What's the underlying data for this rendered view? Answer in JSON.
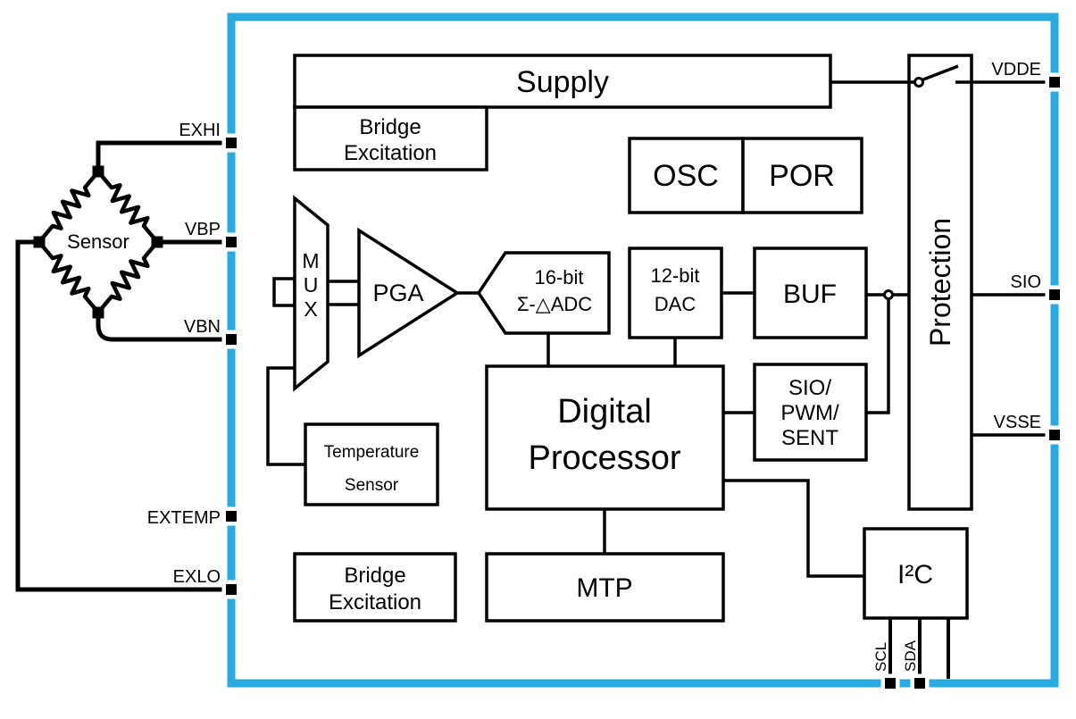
{
  "diagram": {
    "type": "ic-block-diagram",
    "colors": {
      "chip_border": "#29ABE2",
      "line": "#000000",
      "sensor_label": "#4d4d4d"
    },
    "sensor": {
      "label": "Sensor"
    },
    "pins": {
      "exhi": "EXHI",
      "vbp": "VBP",
      "vbn": "VBN",
      "extemp": "EXTEMP",
      "exlo": "EXLO",
      "vdde": "VDDE",
      "sio": "SIO",
      "vsse": "VSSE",
      "scl": "SCL",
      "sda": "SDA"
    },
    "blocks": {
      "supply": {
        "label": "Supply"
      },
      "bridge_excitation_top": {
        "lines": [
          "Bridge",
          "Excitation"
        ]
      },
      "osc": {
        "label": "OSC"
      },
      "por": {
        "label": "POR"
      },
      "mux": {
        "letters": [
          "M",
          "U",
          "X"
        ]
      },
      "pga": {
        "label": "PGA"
      },
      "adc": {
        "lines": [
          "16-bit",
          "Σ-△ADC"
        ]
      },
      "dac": {
        "lines": [
          "12-bit",
          "DAC"
        ]
      },
      "buf": {
        "label": "BUF"
      },
      "digital_processor": {
        "lines": [
          "Digital",
          "Processor"
        ]
      },
      "sio_pwm_sent": {
        "lines": [
          "SIO/",
          "PWM/",
          "SENT"
        ]
      },
      "temperature_sensor": {
        "lines": [
          "Temperature",
          "Sensor"
        ]
      },
      "bridge_excitation_bottom": {
        "lines": [
          "Bridge",
          "Excitation"
        ]
      },
      "mtp": {
        "label": "MTP"
      },
      "i2c": {
        "label": "I²C"
      },
      "protection": {
        "label": "Protection"
      }
    }
  }
}
